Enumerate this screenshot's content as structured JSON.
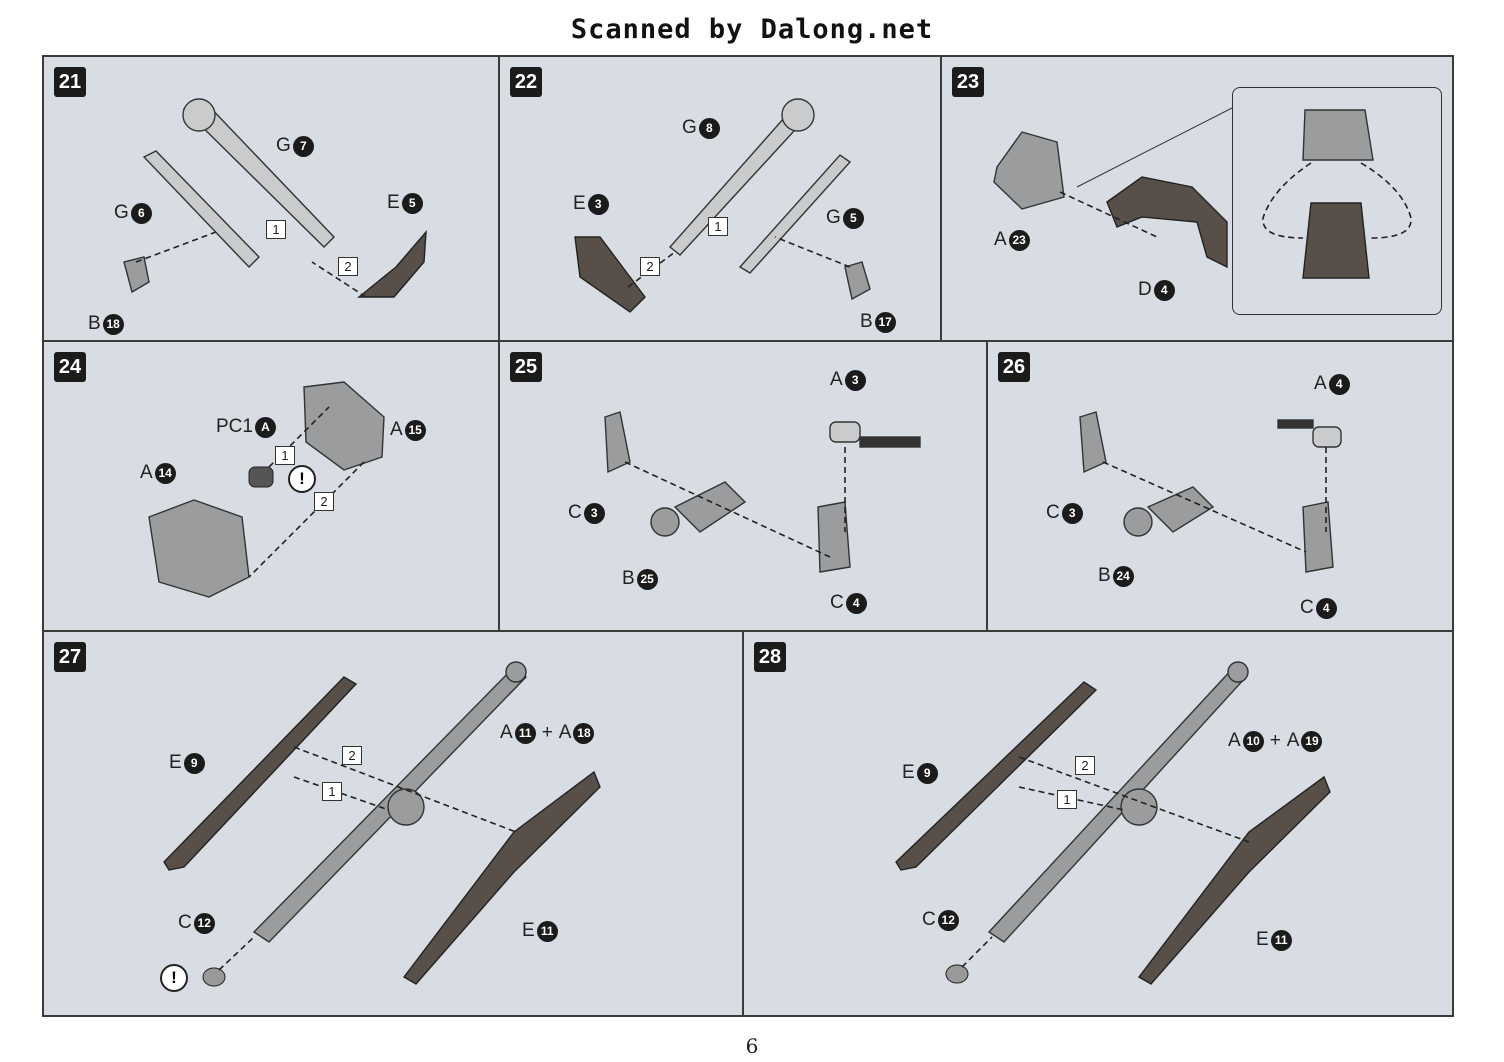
{
  "header": {
    "title": "Scanned by Dalong.net"
  },
  "page": {
    "number": "6"
  },
  "steps": [
    {
      "num": "21",
      "labels": [
        {
          "t": "G",
          "n": "7"
        },
        {
          "t": "G",
          "n": "6"
        },
        {
          "t": "E",
          "n": "5"
        },
        {
          "t": "B",
          "n": "18"
        }
      ],
      "markers": [
        "1",
        "2"
      ]
    },
    {
      "num": "22",
      "labels": [
        {
          "t": "G",
          "n": "8"
        },
        {
          "t": "E",
          "n": "3"
        },
        {
          "t": "G",
          "n": "5"
        },
        {
          "t": "B",
          "n": "17"
        }
      ],
      "markers": [
        "1",
        "2"
      ]
    },
    {
      "num": "23",
      "labels": [
        {
          "t": "A",
          "n": "23"
        },
        {
          "t": "D",
          "n": "4"
        }
      ],
      "markers": []
    },
    {
      "num": "24",
      "labels": [
        {
          "t": "PC1",
          "n": "A"
        },
        {
          "t": "A",
          "n": "15"
        },
        {
          "t": "A",
          "n": "14"
        }
      ],
      "markers": [
        "1",
        "2"
      ],
      "caution": "!"
    },
    {
      "num": "25",
      "labels": [
        {
          "t": "A",
          "n": "3"
        },
        {
          "t": "C",
          "n": "3"
        },
        {
          "t": "B",
          "n": "25"
        },
        {
          "t": "C",
          "n": "4"
        }
      ],
      "markers": []
    },
    {
      "num": "26",
      "labels": [
        {
          "t": "A",
          "n": "4"
        },
        {
          "t": "C",
          "n": "3"
        },
        {
          "t": "B",
          "n": "24"
        },
        {
          "t": "C",
          "n": "4"
        }
      ],
      "markers": []
    },
    {
      "num": "27",
      "labels": [
        {
          "t": "A",
          "n": "11",
          "plus": "+",
          "t2": "A",
          "n2": "18"
        },
        {
          "t": "E",
          "n": "9"
        },
        {
          "t": "C",
          "n": "12"
        },
        {
          "t": "E",
          "n": "11"
        }
      ],
      "markers": [
        "2",
        "1"
      ],
      "caution": "!"
    },
    {
      "num": "28",
      "labels": [
        {
          "t": "A",
          "n": "10",
          "plus": "+",
          "t2": "A",
          "n2": "19"
        },
        {
          "t": "E",
          "n": "9"
        },
        {
          "t": "C",
          "n": "12"
        },
        {
          "t": "E",
          "n": "11"
        }
      ],
      "markers": [
        "2",
        "1"
      ]
    }
  ],
  "colors": {
    "panel_bg": "#d7dde2",
    "part_dark": "#585048",
    "part_grey": "#9a9c9e",
    "badge": "#1b1b1b"
  }
}
